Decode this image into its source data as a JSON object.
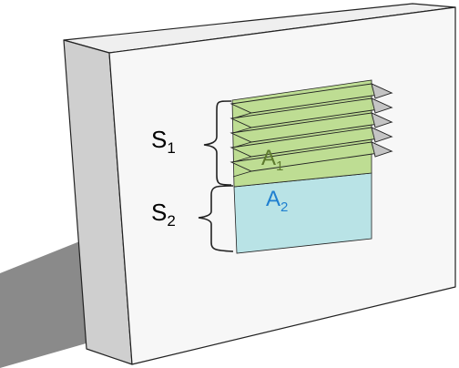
{
  "labels": {
    "s1": {
      "main": "S",
      "sub": "1"
    },
    "s2": {
      "main": "S",
      "sub": "2"
    },
    "a1": {
      "main": "A",
      "sub": "1"
    },
    "a2": {
      "main": "A",
      "sub": "2"
    }
  },
  "colors": {
    "wall_front": "#f7f7f7",
    "wall_side": "#cfcfcf",
    "wall_top": "#efefef",
    "shadow": "#8a8a8a",
    "region_a1": "#bedd93",
    "region_a2": "#b9e3e6",
    "louver_front": "#bedd93",
    "louver_side": "#c4c4c4",
    "label_a1": "#5e7a2e",
    "label_a2": "#1f7fd0",
    "outline": "#222222"
  }
}
